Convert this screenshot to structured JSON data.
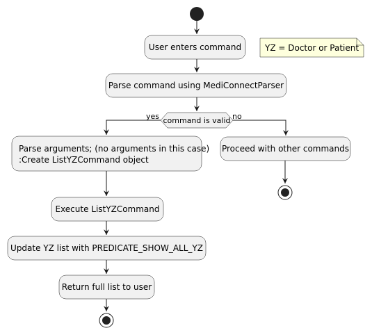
{
  "note": {
    "text": "YZ = Doctor or Patient",
    "fill": "#FEFFDD"
  },
  "colors": {
    "node_fill": "#F1F1F1",
    "node_stroke": "#181818",
    "arrow": "#181818"
  },
  "steps": {
    "user_enters": "User enters command",
    "parse_command": "Parse command using MediConnectParser",
    "decision": "command is valid",
    "branch_yes": "yes",
    "branch_no": "no",
    "parse_args_line1": "Parse arguments; (no arguments in this case)",
    "parse_args_line2": ":Create ListYZCommand object",
    "proceed_other": "Proceed with other commands",
    "execute": "Execute ListYZCommand",
    "update_list": "Update YZ list with PREDICATE_SHOW_ALL_YZ",
    "return_list": "Return full list to user"
  }
}
